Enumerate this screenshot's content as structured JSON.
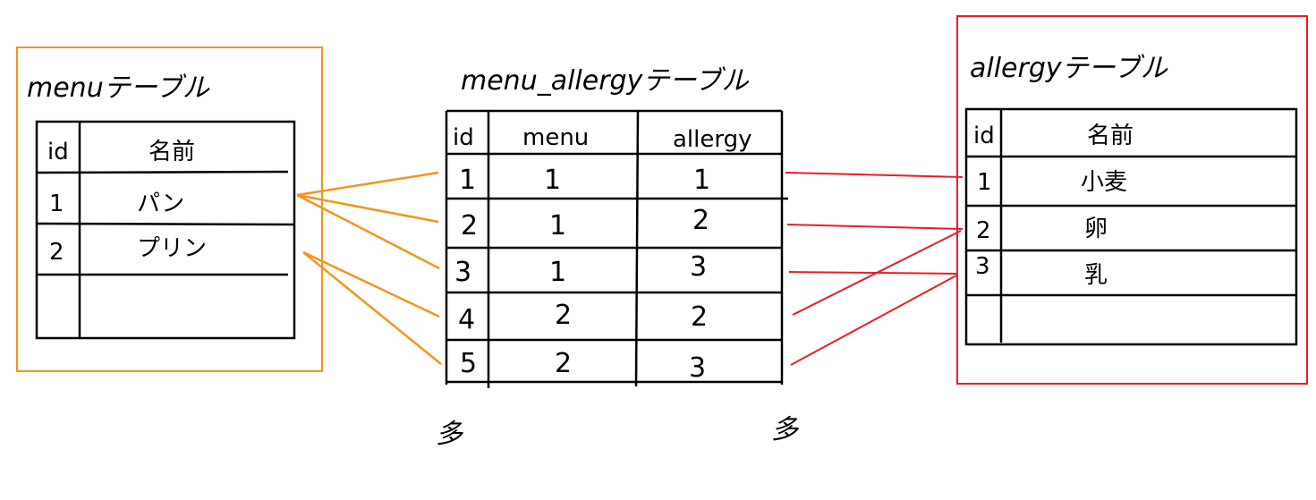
{
  "colors": {
    "menu": "#f7941d",
    "allergy": "#ed1c24",
    "ink": "#000000"
  },
  "menu_table": {
    "title": "menuテーブル",
    "headers": [
      "id",
      "名前"
    ],
    "rows": [
      {
        "id": "1",
        "name": "パン"
      },
      {
        "id": "2",
        "name": "プリン"
      }
    ]
  },
  "junction_table": {
    "title": "menu_allergyテーブル",
    "headers": [
      "id",
      "menu",
      "allergy"
    ],
    "rows": [
      {
        "id": "1",
        "menu": "1",
        "allergy": "1"
      },
      {
        "id": "2",
        "menu": "1",
        "allergy": "2"
      },
      {
        "id": "3",
        "menu": "1",
        "allergy": "3"
      },
      {
        "id": "4",
        "menu": "2",
        "allergy": "2"
      },
      {
        "id": "5",
        "menu": "2",
        "allergy": "3"
      }
    ],
    "left_cardinality": "多",
    "right_cardinality": "多"
  },
  "allergy_table": {
    "title": "allergyテーブル",
    "headers": [
      "id",
      "名前"
    ],
    "rows": [
      {
        "id": "1",
        "name": "小麦"
      },
      {
        "id": "2",
        "name": "卵"
      },
      {
        "id": "3",
        "name": "乳"
      }
    ]
  }
}
